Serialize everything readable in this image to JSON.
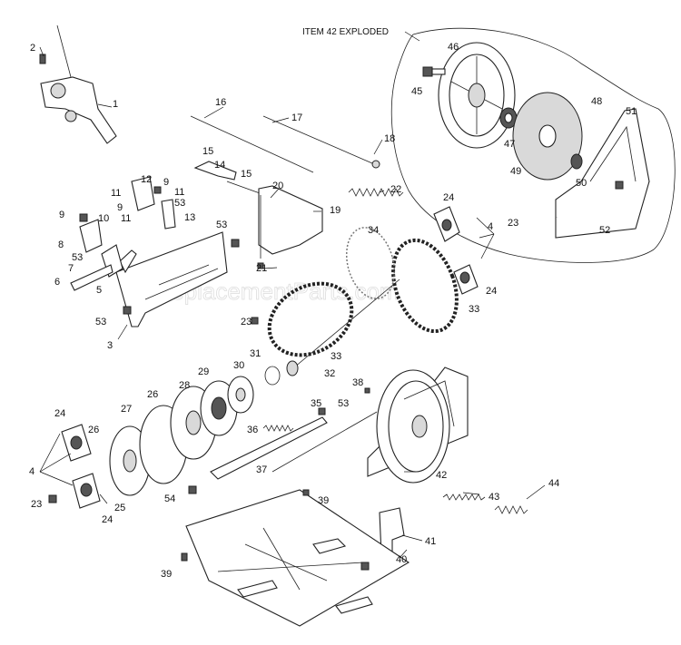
{
  "diagram": {
    "exploded_caption": "ITEM 42 EXPLODED",
    "watermark": "eReplacementParts.com",
    "part_labels": {
      "p1": "1",
      "p2": "2",
      "p3": "3",
      "p4a": "4",
      "p4b": "4",
      "p6": "6",
      "p7": "7",
      "p8": "8",
      "p9a": "9",
      "p9b": "9",
      "p9c": "9",
      "p10": "10",
      "p11a": "11",
      "p11b": "11",
      "p11c": "11",
      "p12": "12",
      "p13": "13",
      "p14": "14",
      "p15a": "15",
      "p15b": "15",
      "p16": "16",
      "p17": "17",
      "p18": "18",
      "p19": "19",
      "p20": "20",
      "p21": "21",
      "p22": "22",
      "p23a": "23",
      "p23b": "23",
      "p23c": "23",
      "p24a": "24",
      "p24b": "24",
      "p24c": "24",
      "p24d": "24",
      "p25": "25",
      "p26a": "26",
      "p26b": "26",
      "p27": "27",
      "p28": "28",
      "p29": "29",
      "p30": "30",
      "p31": "31",
      "p32": "32",
      "p33a": "33",
      "p33b": "33",
      "p34": "34",
      "p35": "35",
      "p36": "36",
      "p37": "37",
      "p38": "38",
      "p39a": "39",
      "p39b": "39",
      "p40": "40",
      "p41": "41",
      "p42": "42",
      "p43": "43",
      "p44": "44",
      "p45": "45",
      "p46": "46",
      "p47": "47",
      "p48": "48",
      "p49": "49",
      "p50": "50",
      "p51": "51",
      "p52": "52",
      "p53a": "53",
      "p53b": "53",
      "p53c": "53",
      "p53d": "53",
      "p53e": "53",
      "p54": "54"
    }
  }
}
